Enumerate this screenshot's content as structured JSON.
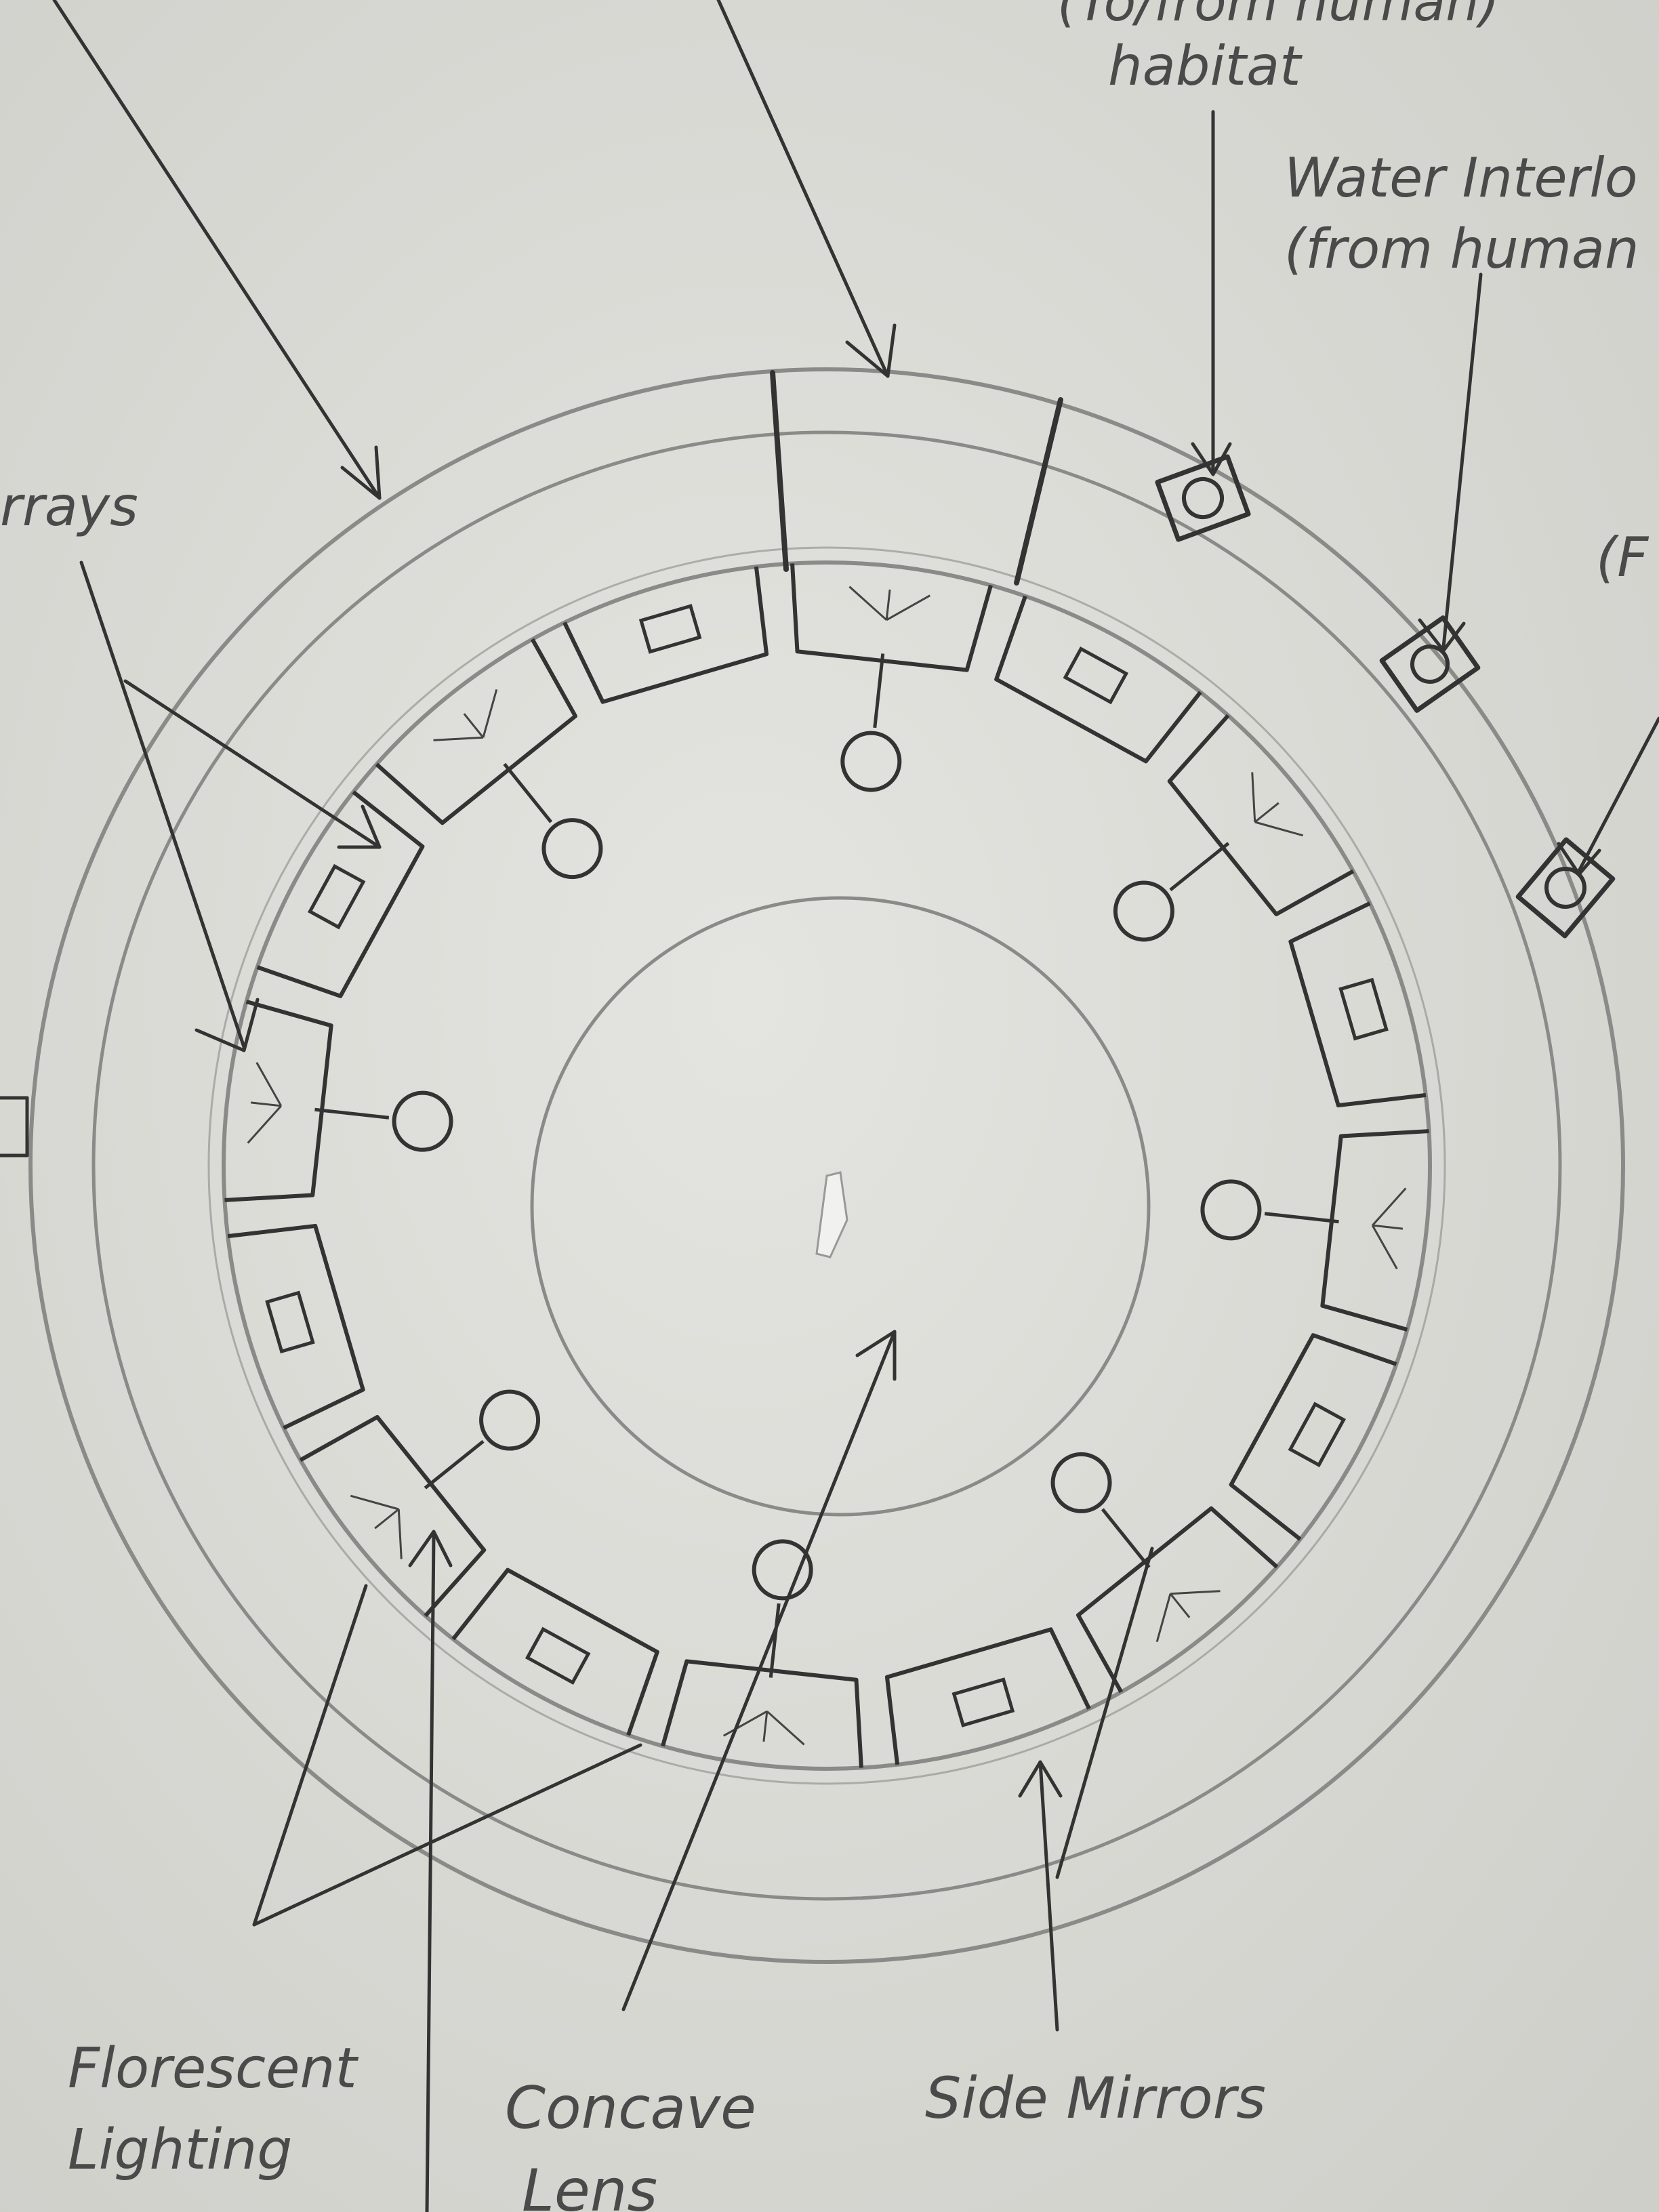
{
  "diagram": {
    "labels": {
      "top_partial": "(To/from human)",
      "habitat": "habitat",
      "water_interlock_1": "Water Interlo",
      "water_interlock_2": "(from human",
      "right_partial": "(F",
      "arrays_partial": "rrays",
      "florescent_1": "Florescent",
      "florescent_2": "Lighting",
      "concave_1": "Concave",
      "concave_2": "Lens",
      "side_mirrors": "Side Mirrors"
    },
    "colors": {
      "paper": "#dcdcd8",
      "pencil": "#333333",
      "light_pencil": "#8a8a88"
    }
  }
}
